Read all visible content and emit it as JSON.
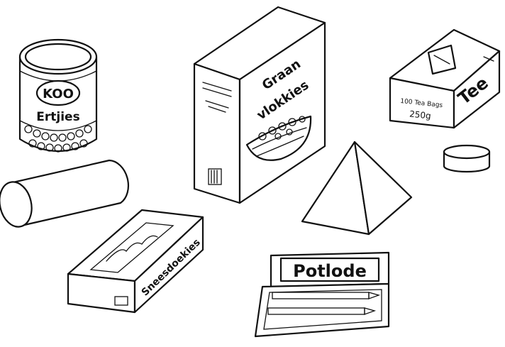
{
  "objects": {
    "can": {
      "brand": "KOO",
      "label": "Ertjies"
    },
    "cereal_box": {
      "line1": "Graan",
      "line2": "vlokkies"
    },
    "tea_box": {
      "brand": "Tee",
      "count": "100 Tea Bags",
      "weight": "250g"
    },
    "tissue_box": {
      "label": "Sneesdoekies"
    },
    "pencil_box": {
      "label": "Potlode"
    }
  }
}
